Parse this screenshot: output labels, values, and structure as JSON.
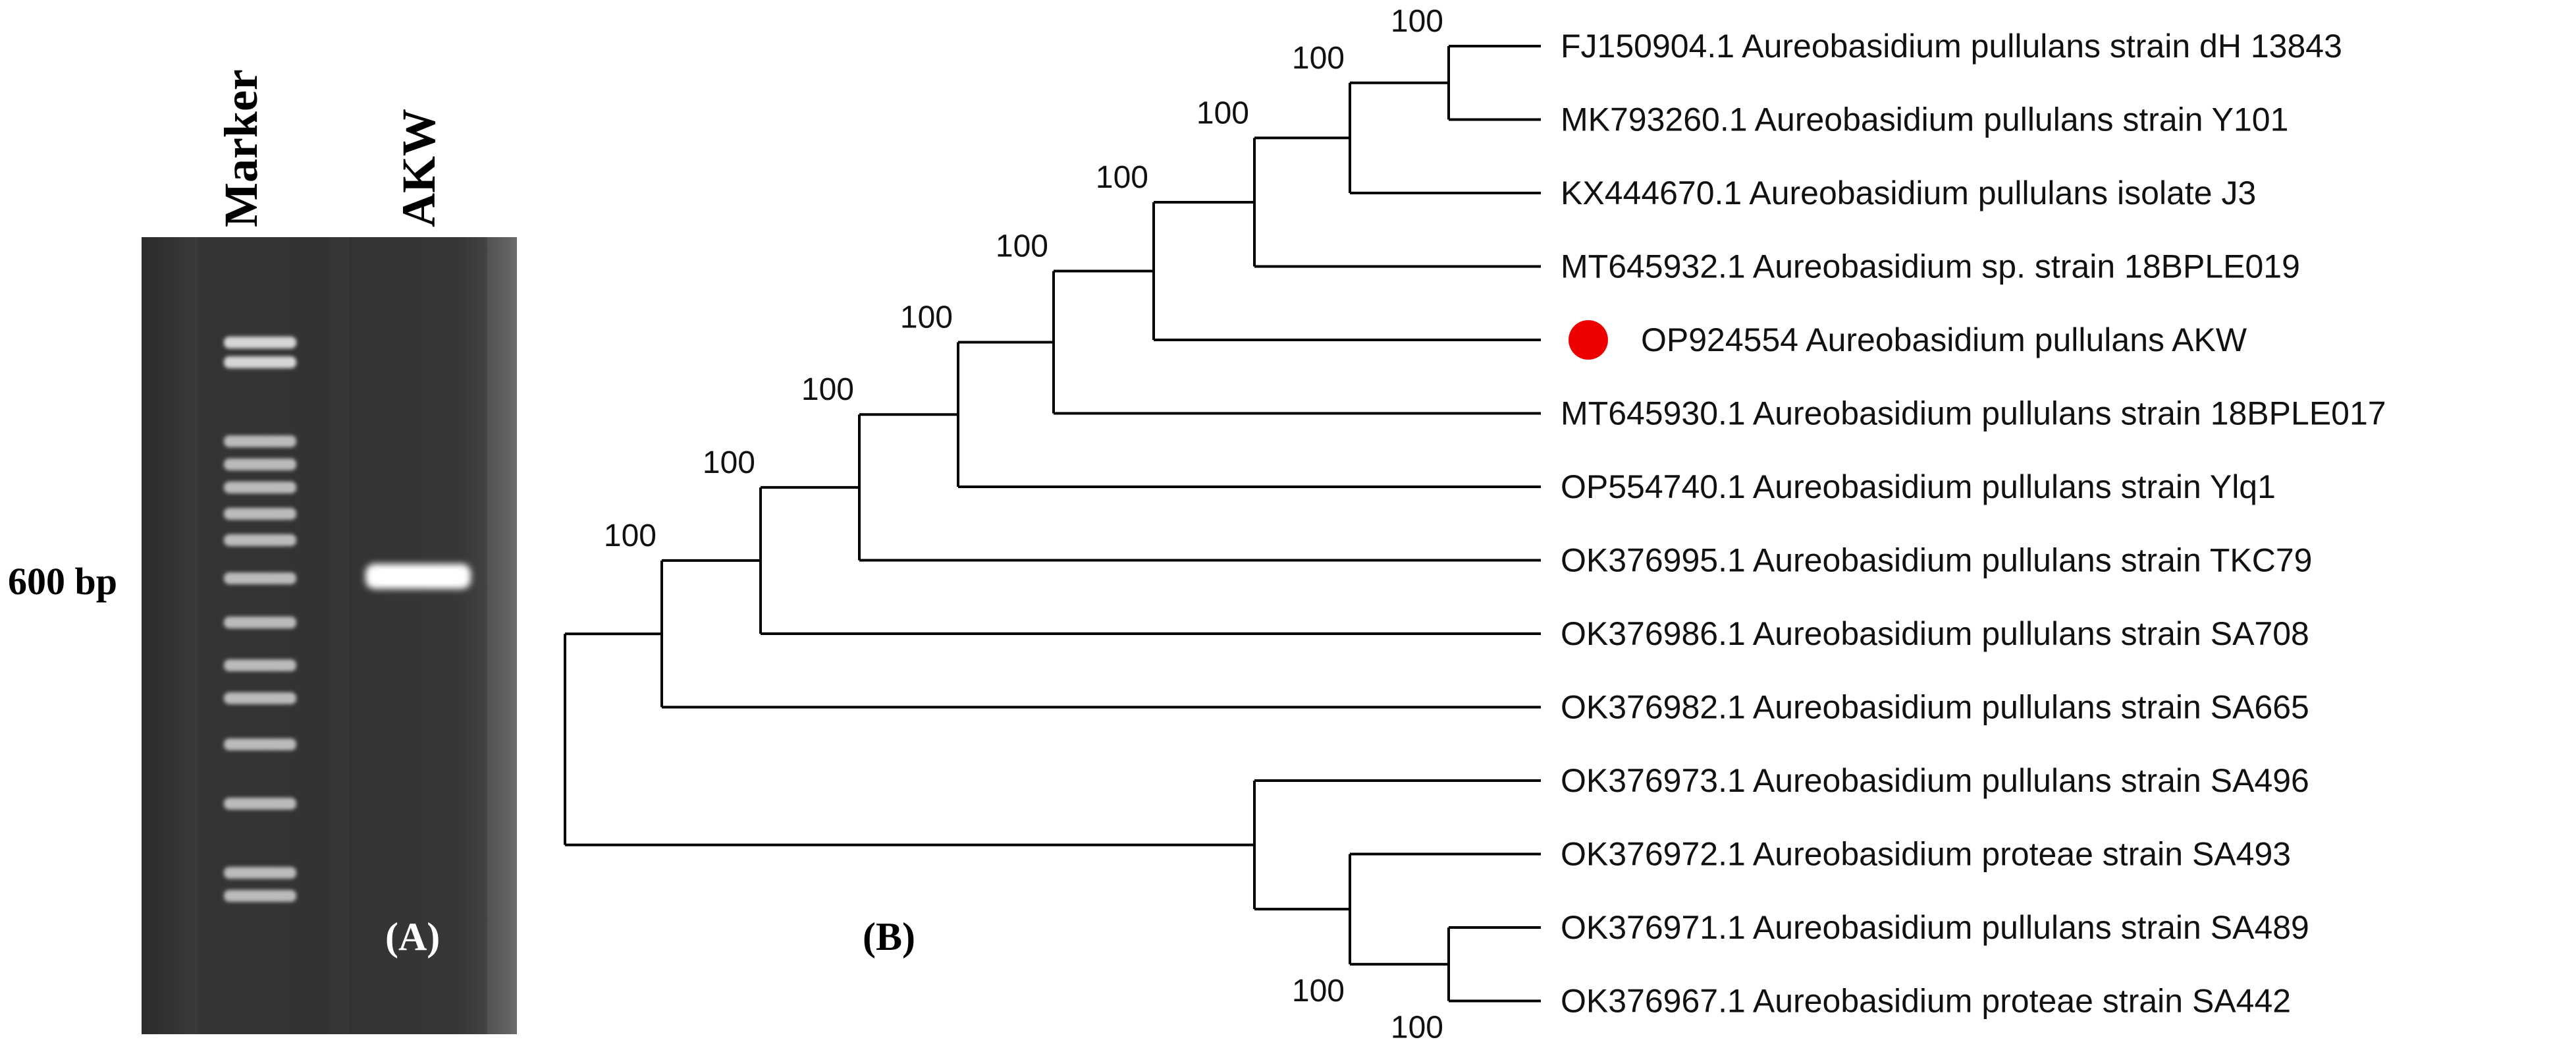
{
  "gel": {
    "lane_labels": [
      "Marker",
      "AKW"
    ],
    "size_label": "600 bp",
    "panel_label": "(A)"
  },
  "tree": {
    "panel_label": "(B)",
    "highlight_color": "#ee0000",
    "leaves": [
      {
        "label": "FJ150904.1 Aureobasidium pullulans strain dH 13843",
        "highlight": false
      },
      {
        "label": "MK793260.1 Aureobasidium pullulans strain Y101",
        "highlight": false
      },
      {
        "label": "KX444670.1 Aureobasidium pullulans isolate J3",
        "highlight": false
      },
      {
        "label": "MT645932.1 Aureobasidium sp. strain 18BPLE019",
        "highlight": false
      },
      {
        "label": "OP924554 Aureobasidium pullulans AKW",
        "highlight": true
      },
      {
        "label": "MT645930.1 Aureobasidium pullulans strain 18BPLE017",
        "highlight": false
      },
      {
        "label": "OP554740.1 Aureobasidium pullulans strain Ylq1",
        "highlight": false
      },
      {
        "label": "OK376995.1 Aureobasidium pullulans strain TKC79",
        "highlight": false
      },
      {
        "label": "OK376986.1 Aureobasidium pullulans strain SA708",
        "highlight": false
      },
      {
        "label": "OK376982.1 Aureobasidium pullulans strain SA665",
        "highlight": false
      },
      {
        "label": "OK376973.1 Aureobasidium pullulans strain SA496",
        "highlight": false
      },
      {
        "label": "OK376972.1 Aureobasidium proteae strain SA493",
        "highlight": false
      },
      {
        "label": "OK376971.1 Aureobasidium pullulans strain SA489",
        "highlight": false
      },
      {
        "label": "OK376967.1 Aureobasidium proteae strain SA442",
        "highlight": false
      }
    ],
    "bootstrap": [
      "100",
      "100",
      "100",
      "100",
      "100",
      "100",
      "100",
      "100",
      "100",
      "100",
      "100"
    ]
  }
}
